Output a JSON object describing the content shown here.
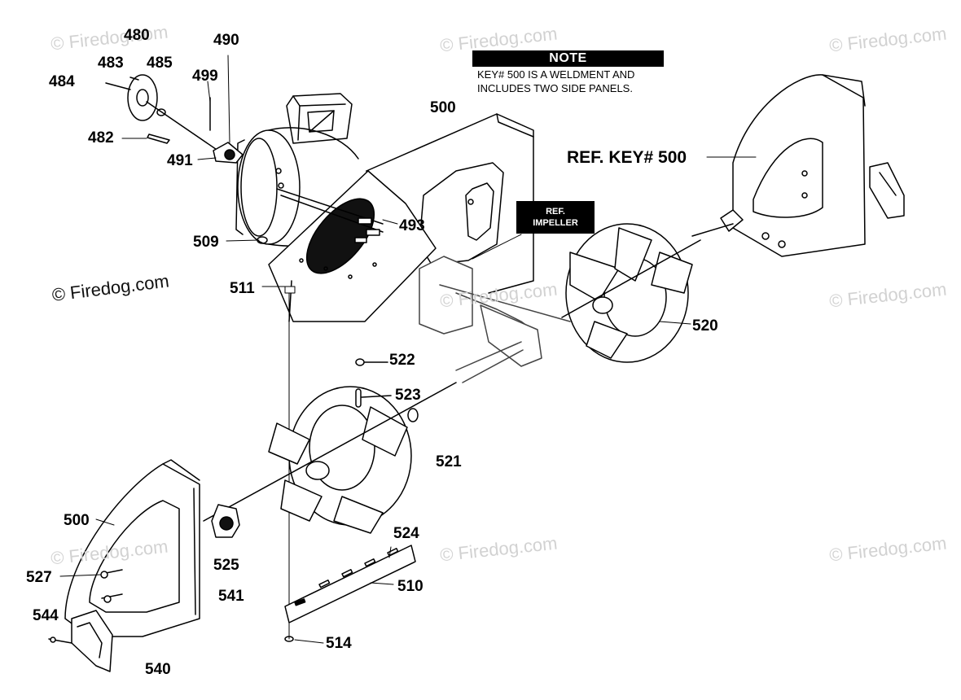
{
  "watermark": {
    "text": "© Firedog.com"
  },
  "note": {
    "heading": "NOTE",
    "line1": "KEY# 500 IS A WELDMENT AND",
    "line2": "INCLUDES TWO SIDE PANELS."
  },
  "callout": {
    "line1": "REF.",
    "line2": "IMPELLER"
  },
  "ref_key_label": "REF. KEY# 500",
  "part_labels": {
    "p480": "480",
    "p483": "483",
    "p485": "485",
    "p484": "484",
    "p490": "490",
    "p499": "499",
    "p482": "482",
    "p491": "491",
    "p500_top": "500",
    "p493": "493",
    "p509": "509",
    "p511": "511",
    "p520": "520",
    "p522": "522",
    "p523": "523",
    "p521": "521",
    "p500_left": "500",
    "p524": "524",
    "p525": "525",
    "p527": "527",
    "p541": "541",
    "p510": "510",
    "p544": "544",
    "p514": "514",
    "p540": "540"
  },
  "colors": {
    "line": "#000000",
    "shade": "#1a1a1a",
    "watermark": "#d2d2d2"
  }
}
